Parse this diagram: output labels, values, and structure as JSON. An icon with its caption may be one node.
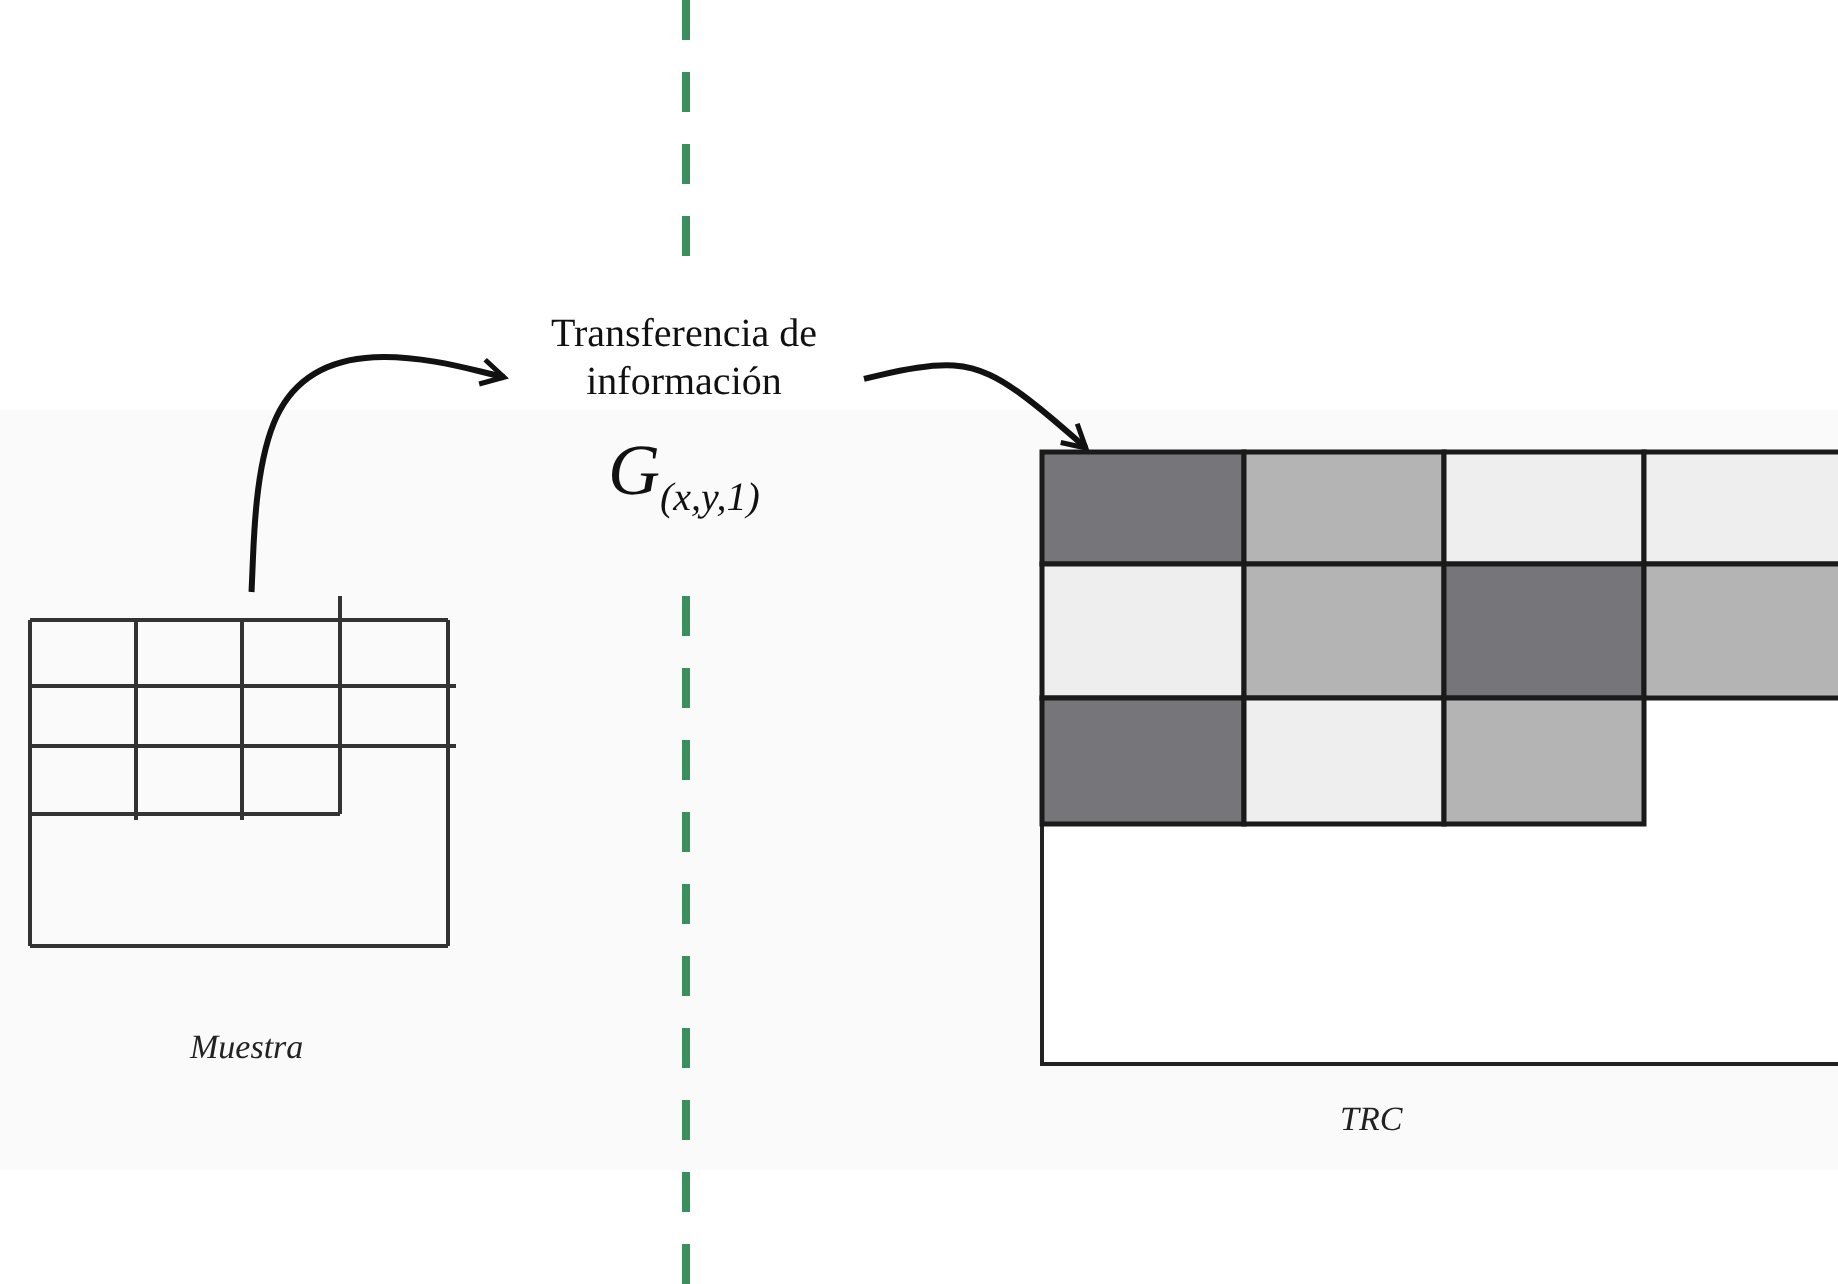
{
  "diagram": {
    "nodes": [
      {
        "text": [],
        "shape": "box",
        "beside": [
          "Muestra"
        ]
      },
      {
        "text": [
          "Transferencia de información",
          "G$_{(x,y,1)}$"
        ]
      },
      {
        "text": [],
        "shape": "box",
        "beside": [
          "TRC"
        ]
      }
    ],
    "edges": [
      {
        "from": 0,
        "to": 1,
        "arrow": "to"
      },
      {
        "from": 1,
        "to": 2,
        "arrow": "to"
      }
    ]
  }
}
